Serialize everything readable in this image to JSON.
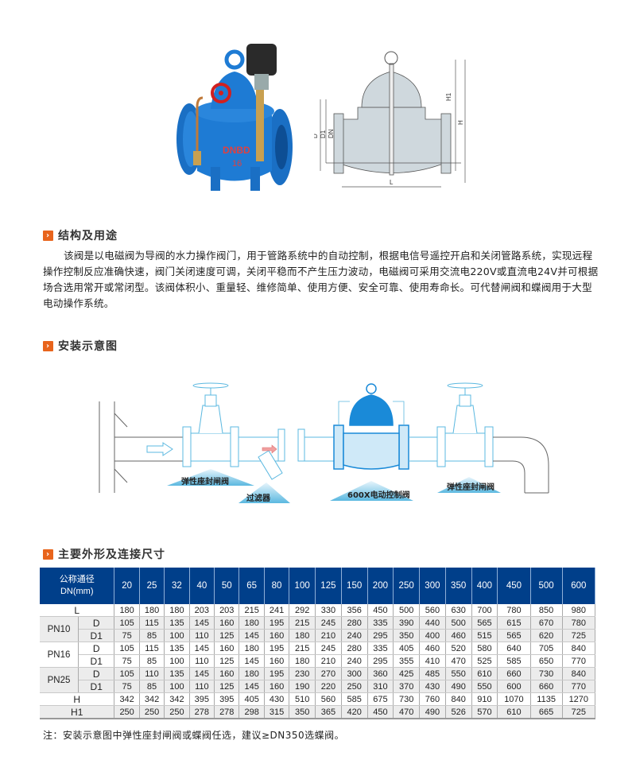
{
  "product_images": {
    "photo": {
      "alt": "600X electric control valve photo",
      "brand_mark": "DNBD",
      "pressure_mark": "16"
    },
    "drawing": {
      "dimension_labels": [
        "H1",
        "H",
        "D",
        "D1",
        "DN",
        "L"
      ]
    }
  },
  "sections": {
    "structure": {
      "title": "结构及用途",
      "body": "该阀是以电磁阀为导阀的水力操作阀门，用于管路系统中的自动控制，根据电信号遥控开启和关闭管路系统，实现远程操作控制反应准确快速，阀门关闭速度可调，关闭平稳而不产生压力波动，电磁阀可采用交流电220V或直流电24V并可根据场合选用常开或常闭型。该阀体积小、重量轻、维修简单、使用方便、安全可靠、使用寿命长。可代替闸阀和蝶阀用于大型电动操作系统。"
    },
    "installation": {
      "title": "安装示意图",
      "labels": {
        "gate_valve_left": "弹性座封闸阀",
        "strainer": "过滤器",
        "control_valve": "600X电动控制阀",
        "gate_valve_right": "弹性座封闸阀"
      }
    },
    "dimensions": {
      "title": "主要外形及连接尺寸",
      "header_label_line1": "公称通径",
      "header_label_line2": "DN(mm)",
      "dn": [
        "20",
        "25",
        "32",
        "40",
        "50",
        "65",
        "80",
        "100",
        "125",
        "150",
        "200",
        "250",
        "300",
        "350",
        "400",
        "450",
        "500",
        "600"
      ],
      "rows": [
        {
          "group": "L",
          "sub": "",
          "values": [
            "180",
            "180",
            "180",
            "203",
            "203",
            "215",
            "241",
            "292",
            "330",
            "356",
            "450",
            "500",
            "560",
            "630",
            "700",
            "780",
            "850",
            "980"
          ]
        },
        {
          "group": "PN10",
          "sub": "D",
          "values": [
            "105",
            "115",
            "135",
            "145",
            "160",
            "180",
            "195",
            "215",
            "245",
            "280",
            "335",
            "390",
            "440",
            "500",
            "565",
            "615",
            "670",
            "780"
          ]
        },
        {
          "group": "PN10",
          "sub": "D1",
          "values": [
            "75",
            "85",
            "100",
            "110",
            "125",
            "145",
            "160",
            "180",
            "210",
            "240",
            "295",
            "350",
            "400",
            "460",
            "515",
            "565",
            "620",
            "725"
          ]
        },
        {
          "group": "PN16",
          "sub": "D",
          "values": [
            "105",
            "115",
            "135",
            "145",
            "160",
            "180",
            "195",
            "215",
            "245",
            "280",
            "335",
            "405",
            "460",
            "520",
            "580",
            "640",
            "705",
            "840"
          ]
        },
        {
          "group": "PN16",
          "sub": "D1",
          "values": [
            "75",
            "85",
            "100",
            "110",
            "125",
            "145",
            "160",
            "180",
            "210",
            "240",
            "295",
            "355",
            "410",
            "470",
            "525",
            "585",
            "650",
            "770"
          ]
        },
        {
          "group": "PN25",
          "sub": "D",
          "values": [
            "105",
            "110",
            "135",
            "145",
            "160",
            "180",
            "195",
            "230",
            "270",
            "300",
            "360",
            "425",
            "485",
            "550",
            "610",
            "660",
            "730",
            "840"
          ]
        },
        {
          "group": "PN25",
          "sub": "D1",
          "values": [
            "75",
            "85",
            "100",
            "110",
            "125",
            "145",
            "160",
            "190",
            "220",
            "250",
            "310",
            "370",
            "430",
            "490",
            "550",
            "600",
            "660",
            "770"
          ]
        },
        {
          "group": "H",
          "sub": "",
          "values": [
            "342",
            "342",
            "342",
            "395",
            "395",
            "405",
            "430",
            "510",
            "560",
            "585",
            "675",
            "730",
            "760",
            "840",
            "910",
            "1070",
            "1135",
            "1270"
          ]
        },
        {
          "group": "H1",
          "sub": "",
          "values": [
            "250",
            "250",
            "250",
            "278",
            "278",
            "298",
            "315",
            "350",
            "365",
            "420",
            "450",
            "470",
            "490",
            "526",
            "570",
            "610",
            "665",
            "725"
          ]
        }
      ]
    }
  },
  "note": "注：安装示意图中弹性座封闸阀或蝶阀任选，建议≥DN350选蝶阀。",
  "colors": {
    "accent": "#e8641c",
    "table_header": "#003f8a",
    "diagram_line": "#5bb8e0",
    "diagram_fill": "#bfe3f5"
  }
}
